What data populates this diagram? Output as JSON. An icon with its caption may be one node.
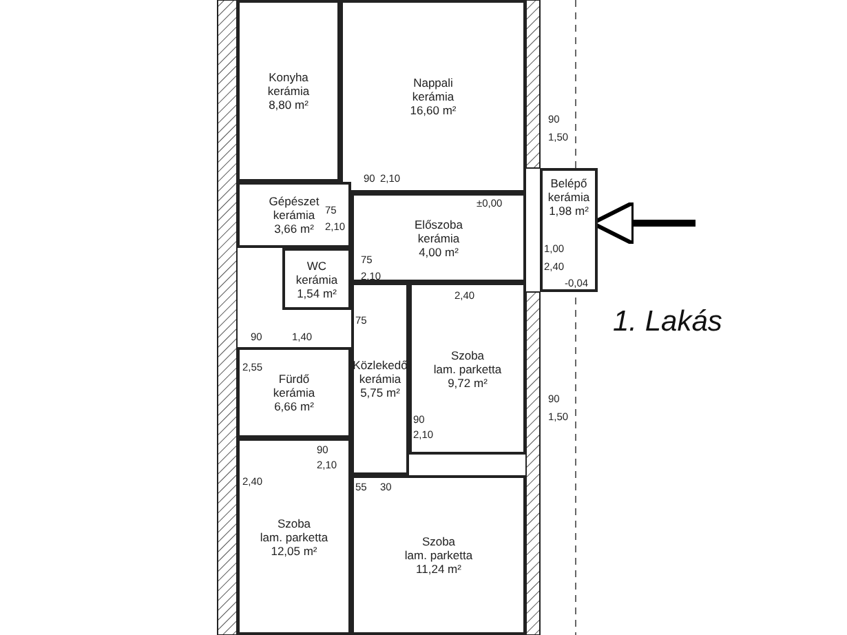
{
  "diagram": {
    "title": "1. Lakás",
    "nodes": [
      {
        "text": [
          "Konyha",
          "kerámia",
          "8,80 m²"
        ]
      },
      {
        "text": [
          "Nappali",
          "kerámia",
          "16,60 m²"
        ]
      },
      {
        "text": [
          "Gépészet",
          "kerámia",
          "3,66 m²"
        ]
      },
      {
        "text": [
          "WC",
          "kerámia",
          "1,54 m²"
        ]
      },
      {
        "text": [
          "Előszoba",
          "kerámia",
          "4,00 m²"
        ]
      },
      {
        "text": [
          "Belépő",
          "kerámia",
          "1,98 m²"
        ]
      },
      {
        "text": [
          "Fürdő",
          "kerámia",
          "6,66 m²"
        ]
      },
      {
        "text": [
          "Közlekedő",
          "kerámia",
          "5,75 m²"
        ]
      },
      {
        "text": [
          "Szoba",
          "lam. parketta",
          "9,72 m²"
        ]
      },
      {
        "text": [
          "Szoba",
          "lam. parketta",
          "12,05 m²"
        ]
      },
      {
        "text": [
          "Szoba",
          "lam. parketta",
          "11,24 m²"
        ]
      }
    ],
    "edges": [
      {
        "from": null,
        "to": 5,
        "arrow": "to"
      }
    ],
    "labels": [
      "90",
      "2,10",
      "90",
      "1,50",
      "75",
      "2,10",
      "75",
      "2,10",
      "±0,00",
      "1,00",
      "2,40",
      "-0,04",
      "75",
      "90",
      "1,40",
      "2,40",
      "90",
      "2,10",
      "90",
      "1,50",
      "90",
      "2,10",
      "55",
      "30",
      "2,40",
      "2,55"
    ]
  }
}
